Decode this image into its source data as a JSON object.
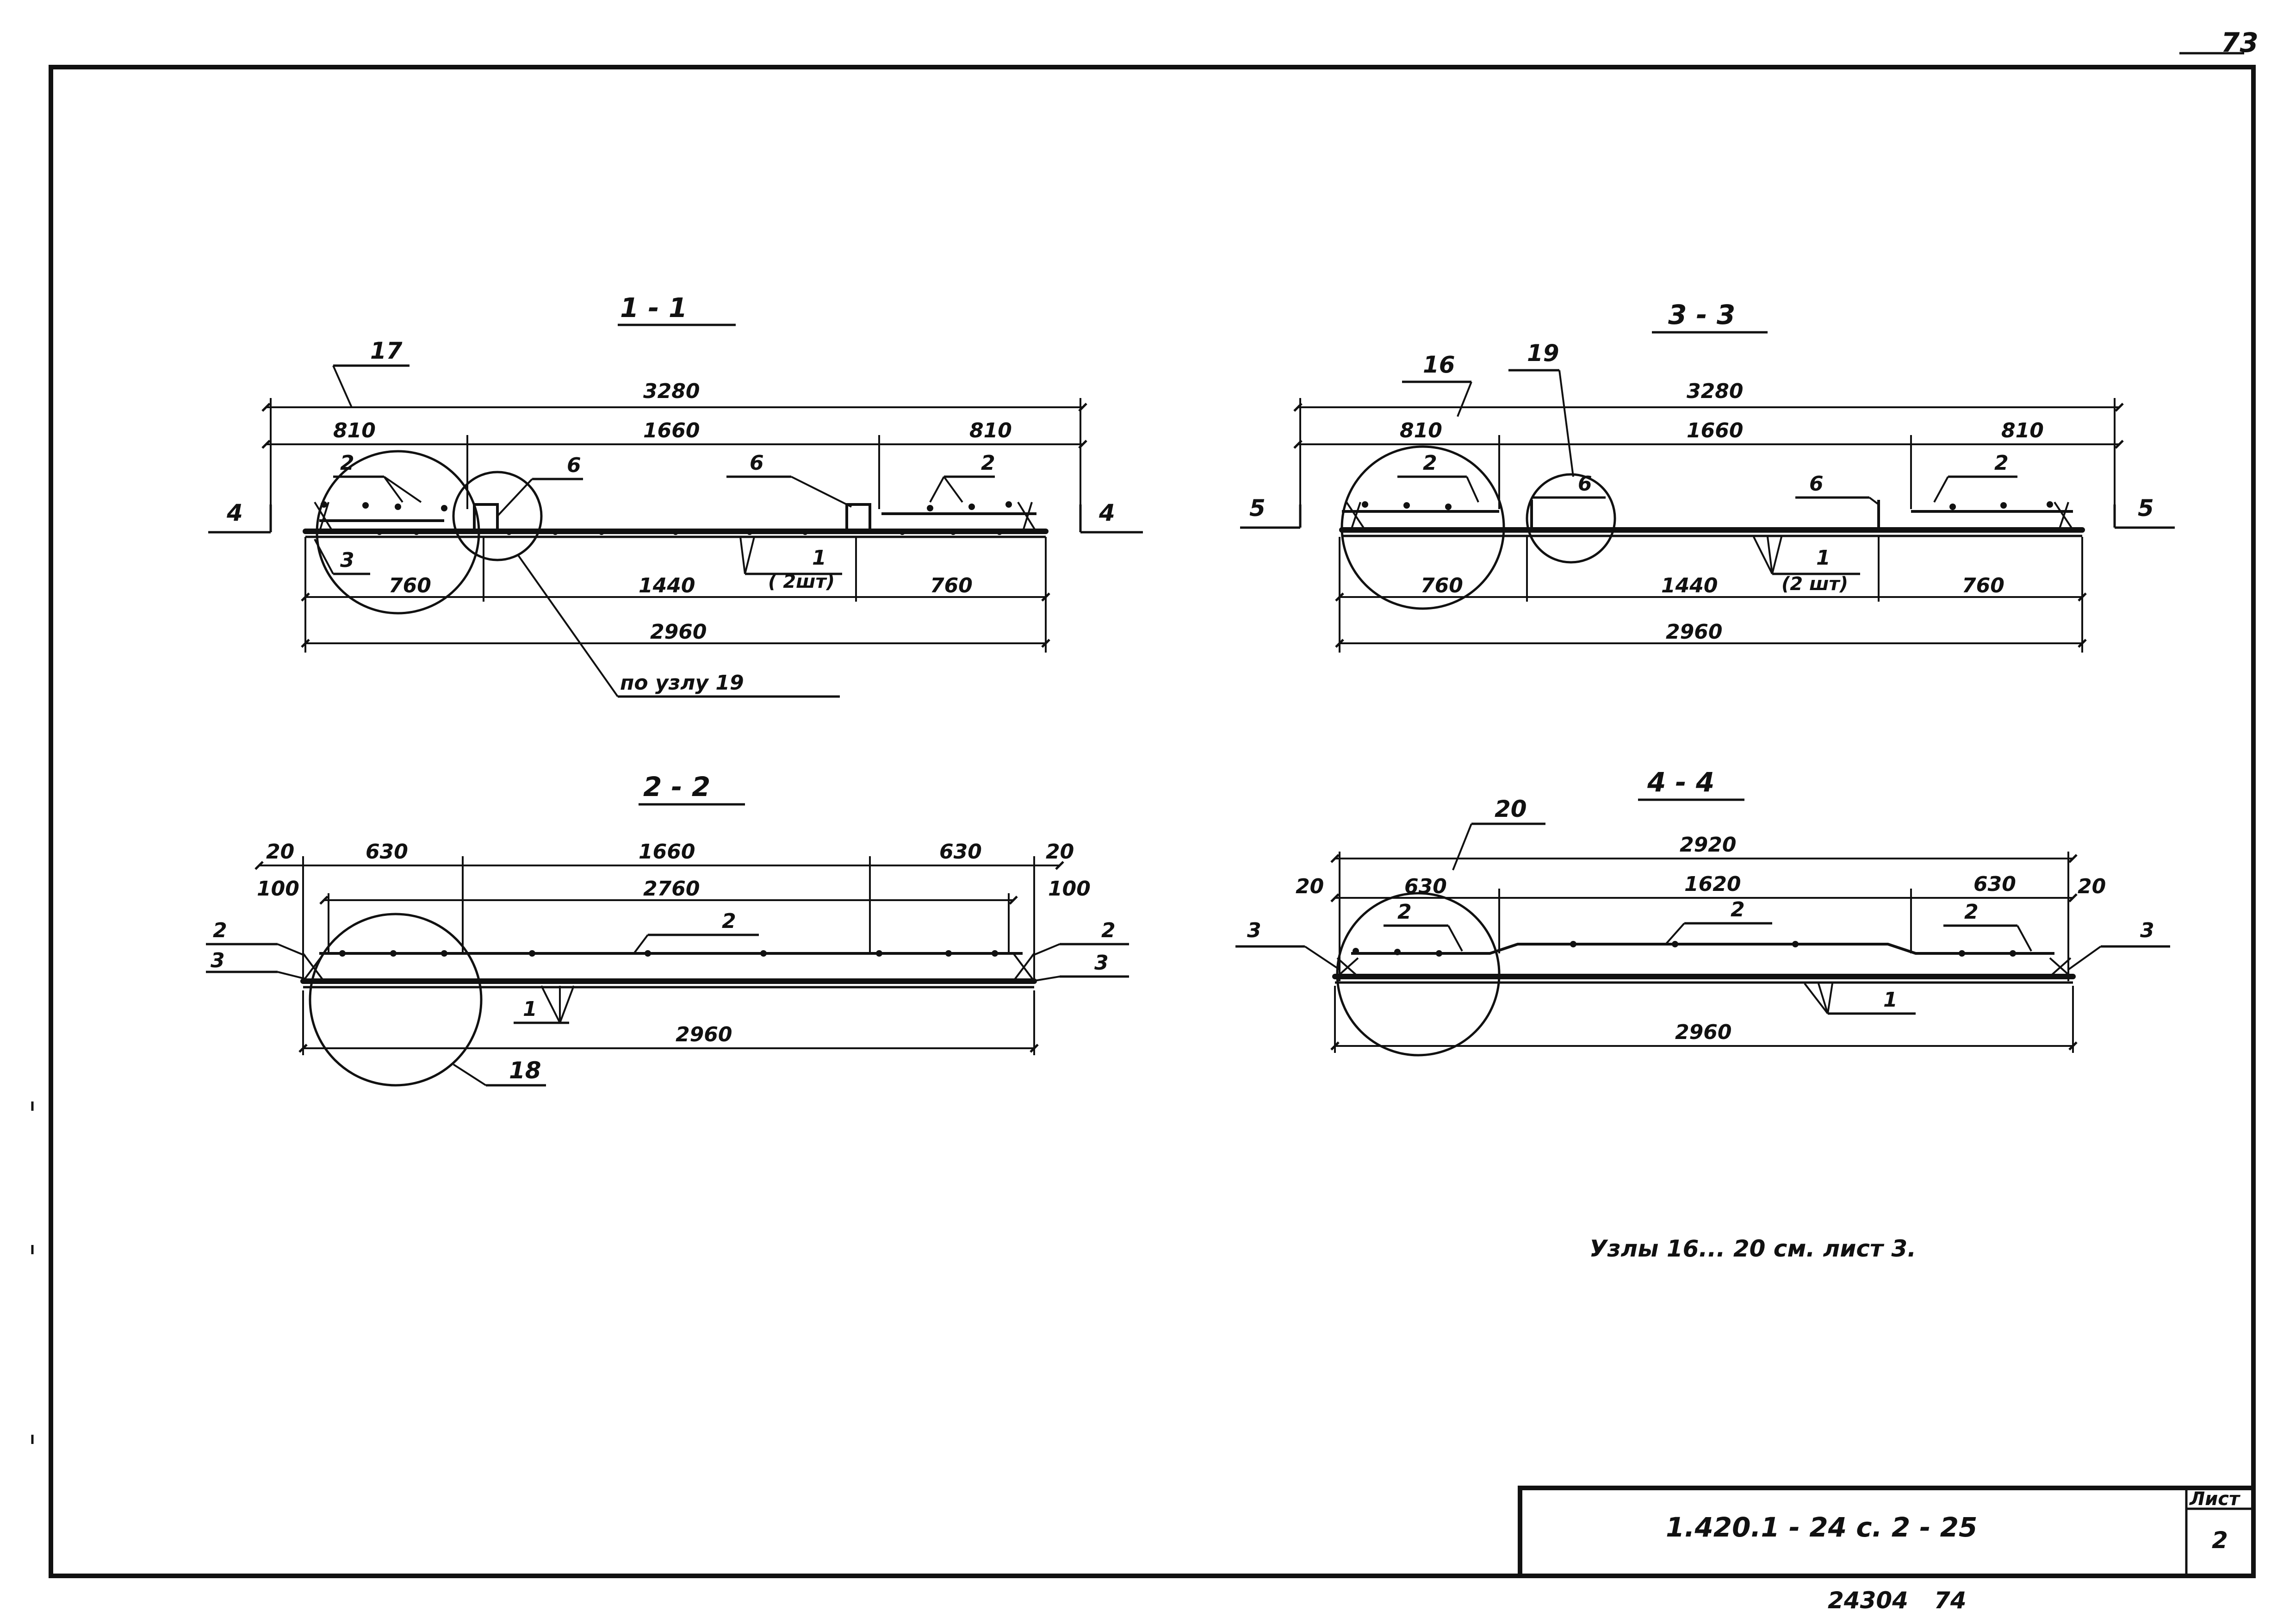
{
  "sheet": {
    "corner_number": "73",
    "note": "Узлы 16... 20 см. лист 3.",
    "title_block": {
      "code": "1.420.1 - 24 с. 2 - 25",
      "sheet_label": "Лист",
      "sheet_number": "2"
    },
    "archive_number": "24304",
    "archive_suffix": "74"
  },
  "sec11": {
    "title": "1 - 1",
    "dims": {
      "total_top": "3280",
      "left_top": "810",
      "mid_top": "1660",
      "right_top": "810",
      "left_bot": "760",
      "mid_bot": "1440",
      "right_bot": "760",
      "total_bot": "2960"
    },
    "labels": {
      "node": "17",
      "pos2_left": "2",
      "pos2_right": "2",
      "pos3": "3",
      "pos4_left": "4",
      "pos4_right": "4",
      "pos6_left": "6",
      "pos6_right": "6",
      "pos1": "1",
      "pos1_count": "( 2шт)",
      "node_ref": "по узлу 19"
    }
  },
  "sec22": {
    "title": "2 - 2",
    "dims": {
      "edge_left": "20",
      "left": "630",
      "mid": "1660",
      "right": "630",
      "edge_right": "20",
      "inner": "2760",
      "off_left": "100",
      "off_right": "100",
      "total": "2960"
    },
    "labels": {
      "pos2_left": "2",
      "pos2_right": "2",
      "pos2_mid": "2",
      "pos3_left": "3",
      "pos3_right": "3",
      "pos1": "1",
      "node": "18"
    }
  },
  "sec33": {
    "title": "3 - 3",
    "dims": {
      "total_top": "3280",
      "left_top": "810",
      "mid_top": "1660",
      "right_top": "810",
      "left_bot": "760",
      "mid_bot": "1440",
      "right_bot": "760",
      "total_bot": "2960"
    },
    "labels": {
      "node_left": "16",
      "node_mid": "19",
      "pos2_left": "2",
      "pos2_right": "2",
      "pos5_left": "5",
      "pos5_right": "5",
      "pos6_left": "6",
      "pos6_right": "6",
      "pos1": "1",
      "pos1_count": "(2 шт)"
    }
  },
  "sec44": {
    "title": "4 - 4",
    "dims": {
      "total_top": "2920",
      "edge_left": "20",
      "left": "630",
      "mid": "1620",
      "right": "630",
      "edge_right": "20",
      "total": "2960"
    },
    "labels": {
      "node": "20",
      "pos2_left": "2",
      "pos2_mid": "2",
      "pos2_right": "2",
      "pos3_left": "3",
      "pos3_right": "3",
      "pos1": "1"
    }
  }
}
